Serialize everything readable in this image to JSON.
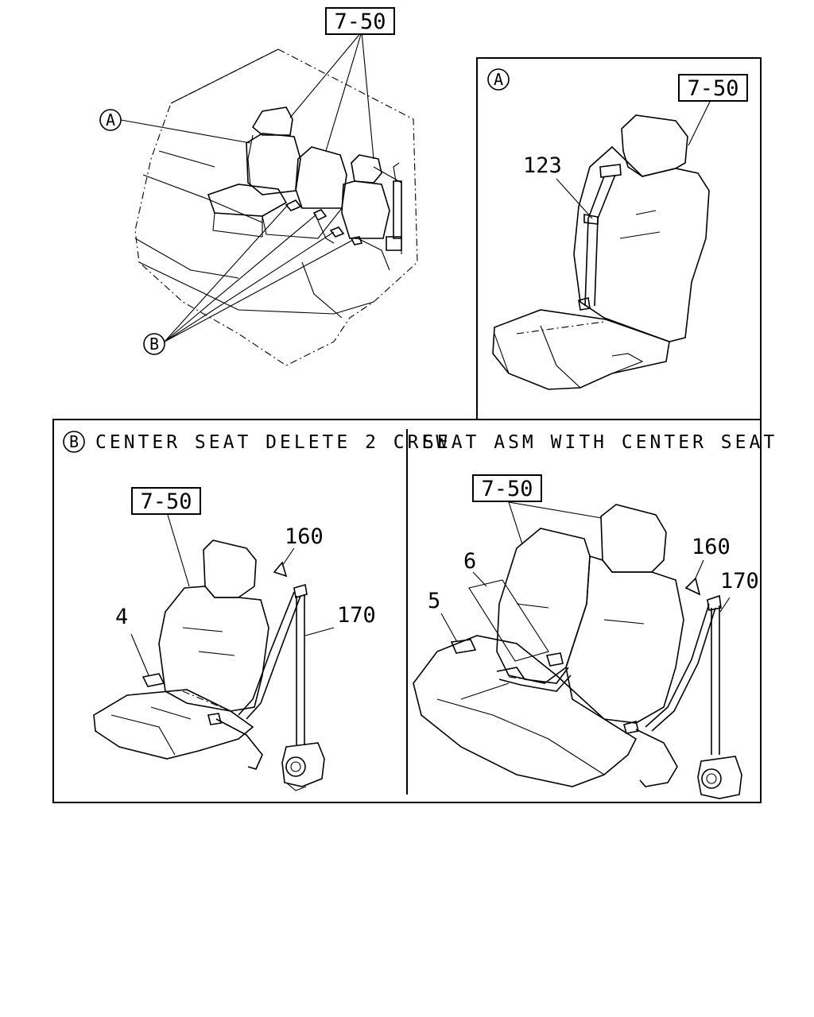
{
  "refs": {
    "ref_top": "7-50",
    "ref_detail_a": "7-50",
    "ref_center_delete": "7-50",
    "ref_with_center": "7-50"
  },
  "callouts": {
    "a_main": "A",
    "b_main": "B",
    "a_detail": "A",
    "b_detail": "B"
  },
  "parts": {
    "p123": "123",
    "p160_left": "160",
    "p170_left": "170",
    "p4": "4",
    "p160_right": "160",
    "p170_right": "170",
    "p5": "5",
    "p6": "6"
  },
  "headers": {
    "center_seat_delete": "CENTER SEAT DELETE 2 CREW",
    "seat_asm": "SEAT ASM WITH CENTER SEAT"
  }
}
